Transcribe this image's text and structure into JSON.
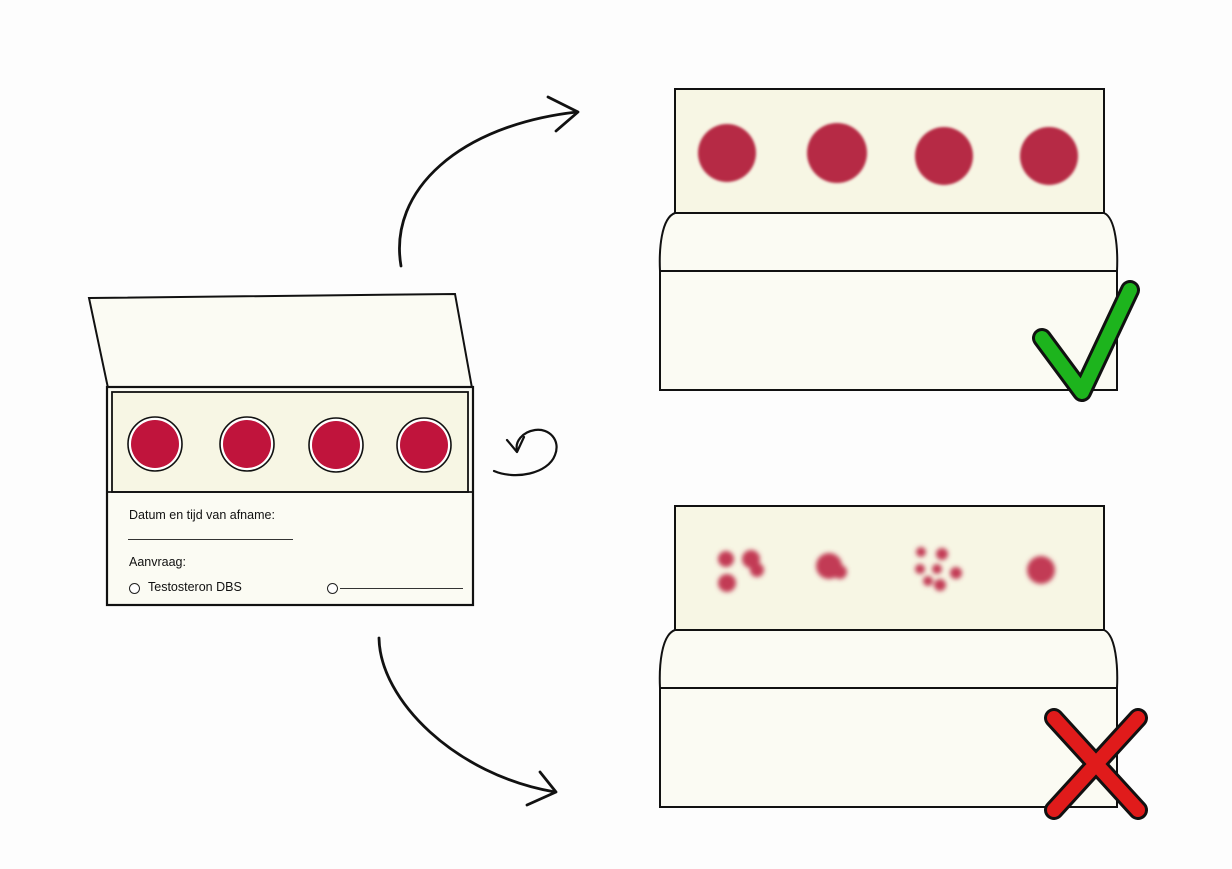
{
  "card": {
    "date_label": "Datum en tijd van afname:",
    "request_label": "Aanvraag:",
    "option_1": "Testosteron DBS"
  },
  "outcomes": {
    "good": {
      "icon": "checkmark-icon",
      "color": "#1db41d"
    },
    "bad": {
      "icon": "cross-icon",
      "color": "#e01b1b"
    }
  },
  "colors": {
    "blood": "#c0143c",
    "paper": "#f7f6e4",
    "card": "#fbfbf3",
    "outline": "#111111"
  }
}
